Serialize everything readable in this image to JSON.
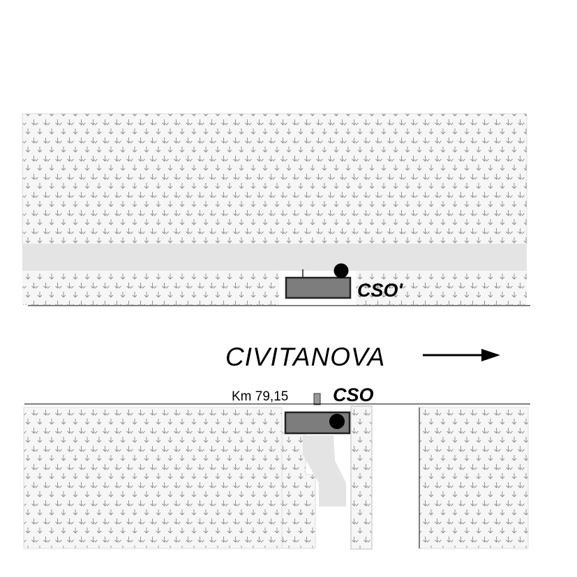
{
  "labels": {
    "direction": "CIVITANOVA",
    "km_marker": "Km 79,15",
    "station_north": "CSO'",
    "station_south": "CSO"
  },
  "icons": {
    "direction_arrow": "arrow-right-icon",
    "vegetation": "vegetation-pattern",
    "station_building": "service-building-icon",
    "station_point": "station-dot-icon",
    "milestone": "km-milestone-icon"
  },
  "colors": {
    "vegetation_fill": "#f6f6f6",
    "vegetation_symbol": "#8a8a8a",
    "paved_area": "#e4e4e4",
    "building_fill": "#7d7d7d",
    "building_stroke": "#222222",
    "line": "#000000"
  }
}
